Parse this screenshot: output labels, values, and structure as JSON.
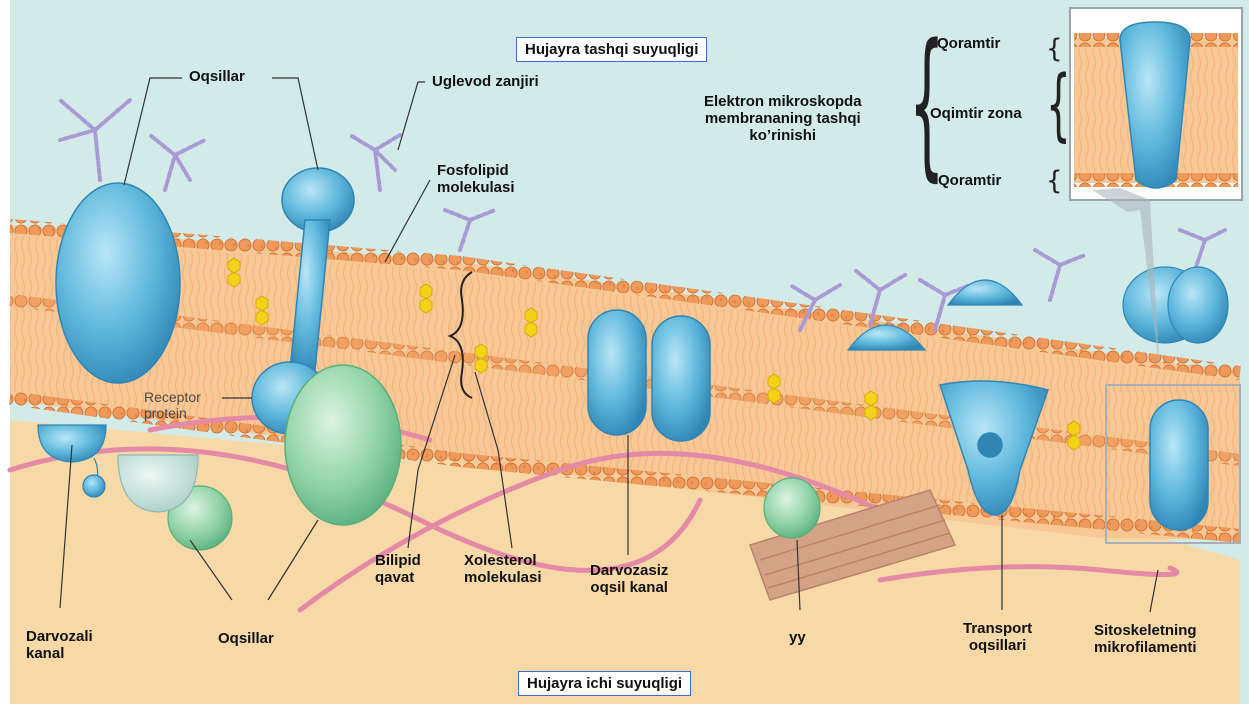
{
  "regions": {
    "outside": "Hujayra tashqi suyuqligi",
    "inside": "Hujayra ichi suyuqligi"
  },
  "labels": {
    "proteins_top": "Oqsillar",
    "carbohydrate_chain": "Uglevod zanjiri",
    "phospholipid": [
      "Fosfolipid",
      "molekulasi"
    ],
    "receptor": [
      "Receptor",
      "protein"
    ],
    "gated_channel": [
      "Darvozali",
      "kanal"
    ],
    "proteins_bottom": "Oqsillar",
    "bilipid": [
      "Bilipid",
      "qavat"
    ],
    "cholesterol": [
      "Xolesterol",
      "molekulasi"
    ],
    "ungated_channel": [
      "Darvozasiz",
      "oqsil kanal"
    ],
    "yy": "yy",
    "transport": [
      "Transport",
      "oqsillari"
    ],
    "cytoskeleton": [
      "Sitoskeletning",
      "mikrofilamenti"
    ]
  },
  "inset": {
    "caption": [
      "Elektron mikroskopda",
      "membrananing  tashqi",
      "ko’rinishi"
    ],
    "dark_top": "Qoramtir",
    "light_zone": "Oqimtir zona",
    "dark_bottom": "Qoramtir"
  },
  "colors": {
    "extracellular": "#d3ebe8",
    "cytoplasm": "#f6d9a7",
    "lipid_head": "#ef9a5a",
    "protein_blue": "#5fb8dc",
    "protein_green": "#8fd2a6",
    "cholesterol": "#f4d21a",
    "filament": "#e58aa6",
    "carbohydrate": "#a99ad6"
  }
}
